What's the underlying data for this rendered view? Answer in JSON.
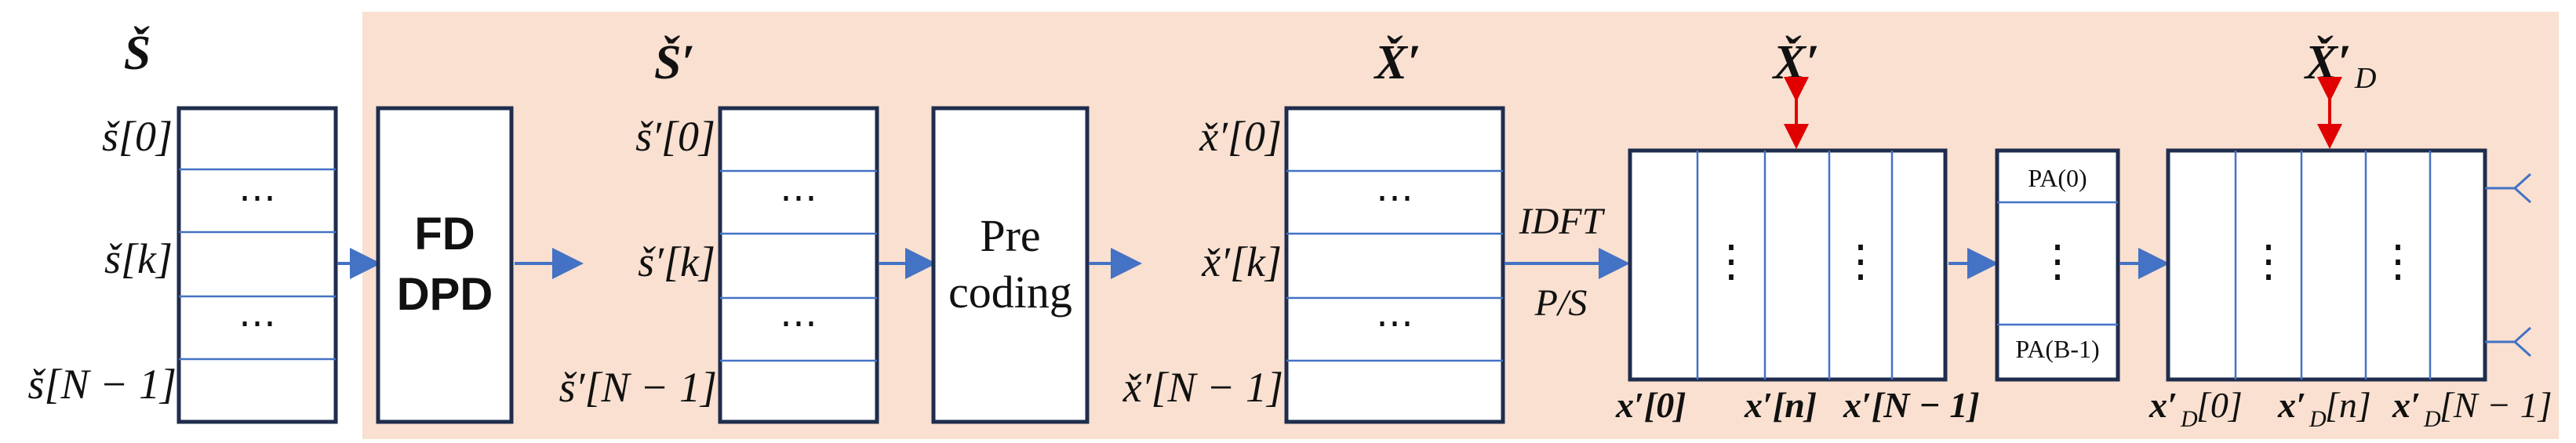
{
  "title_S": "Š",
  "title_S_prime": "Š′",
  "title_X_prime_1": "X̌′",
  "title_X_prime_2": "X̌′",
  "title_X_prime_D": "X̌′",
  "title_X_prime_D_sub": "D",
  "s_labels": [
    "š[0]",
    "š[k]",
    "š[N − 1]"
  ],
  "s_prime_labels": [
    "š′[0]",
    "š′[k]",
    "š′[N − 1]"
  ],
  "x_prime_labels": [
    "x̌′[0]",
    "x̌′[k]",
    "x̌′[N − 1]"
  ],
  "ellipsis_h": "⋯",
  "ellipsis_v": "⋮",
  "fd_dpd_line1": "FD",
  "fd_dpd_line2": "DPD",
  "precoding_line1": "Pre",
  "precoding_line2": "coding",
  "idft_label": "IDFT",
  "ps_label": "P/S",
  "pa_top": "PA(0)",
  "pa_bottom": "PA(B-1)",
  "time_labels": [
    "x′[0]",
    "x′[n]",
    "x′[N − 1]"
  ],
  "timeD_labels": [
    "x′",
    "[0]",
    "x′",
    "[n]",
    "x′",
    "[N − 1]"
  ],
  "timeD_sub": "D",
  "colors": {
    "background_panel": "#f9e0d0",
    "block_stroke": "#1f2d4d",
    "inner_line": "#4472c4",
    "arrow": "#4472c4",
    "red_arrow": "#e00000"
  }
}
